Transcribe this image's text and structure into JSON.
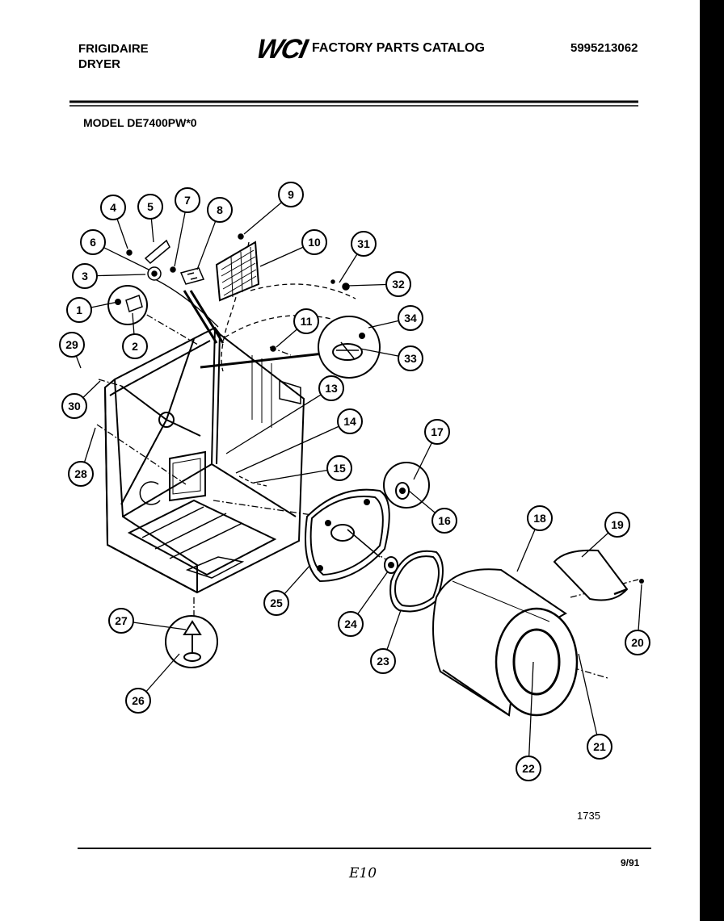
{
  "header": {
    "brand_line1": "FRIGIDAIRE",
    "brand_line2": "DRYER",
    "logo_text": "WCI",
    "catalog_title": "FACTORY PARTS CATALOG",
    "part_number": "5995213062",
    "model_label": "MODEL DE7400PW*0"
  },
  "footer": {
    "figure_number": "1735",
    "date": "9/91",
    "handwritten_note": "E10"
  },
  "callouts": [
    "1",
    "2",
    "3",
    "4",
    "5",
    "6",
    "7",
    "8",
    "9",
    "10",
    "11",
    "13",
    "14",
    "15",
    "16",
    "17",
    "18",
    "19",
    "20",
    "21",
    "22",
    "23",
    "24",
    "25",
    "26",
    "27",
    "28",
    "29",
    "30",
    "31",
    "32",
    "33",
    "34"
  ],
  "colors": {
    "ink": "#000000",
    "paper": "#ffffff",
    "border": "#000000"
  }
}
